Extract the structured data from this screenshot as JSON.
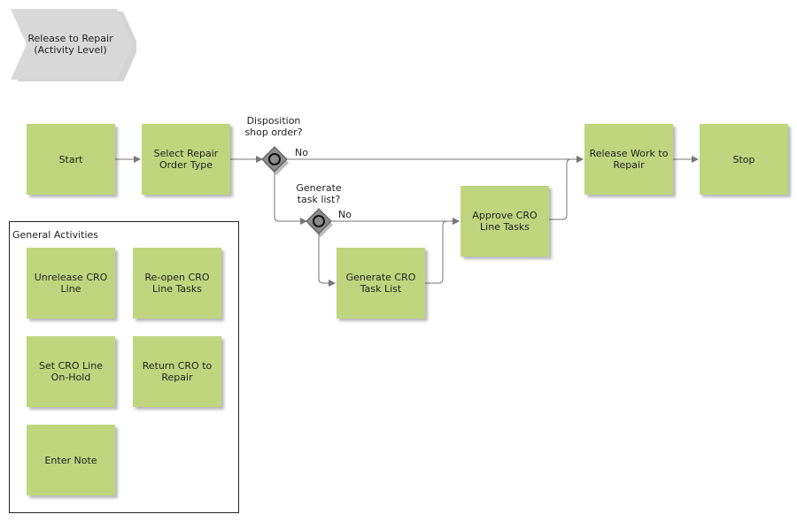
{
  "title": {
    "line1": "Release to Repair",
    "line2": "(Activity Level)"
  },
  "nodes": {
    "start": "Start",
    "select_repair_order_type": "Select Repair Order Type",
    "release_work_to_repair": "Release Work to Repair",
    "stop": "Stop",
    "approve_cro_line_tasks": "Approve CRO Line Tasks",
    "generate_cro_task_list": "Generate CRO Task List"
  },
  "gateways": {
    "disposition": {
      "label": "Disposition shop order?",
      "no_label": "No"
    },
    "generate": {
      "label": "Generate task list?",
      "no_label": "No"
    }
  },
  "general_activities": {
    "title": "General Activities",
    "items": [
      "Unrelease CRO Line",
      "Re-open CRO Line Tasks",
      "Set CRO Line On-Hold",
      "Return CRO to Repair",
      "Enter Note"
    ]
  },
  "colors": {
    "activity_fill": "#bfd67e",
    "gateway_fill": "#8c8c8c",
    "connector": "#777777",
    "event_fill": "#d9d9d9"
  }
}
